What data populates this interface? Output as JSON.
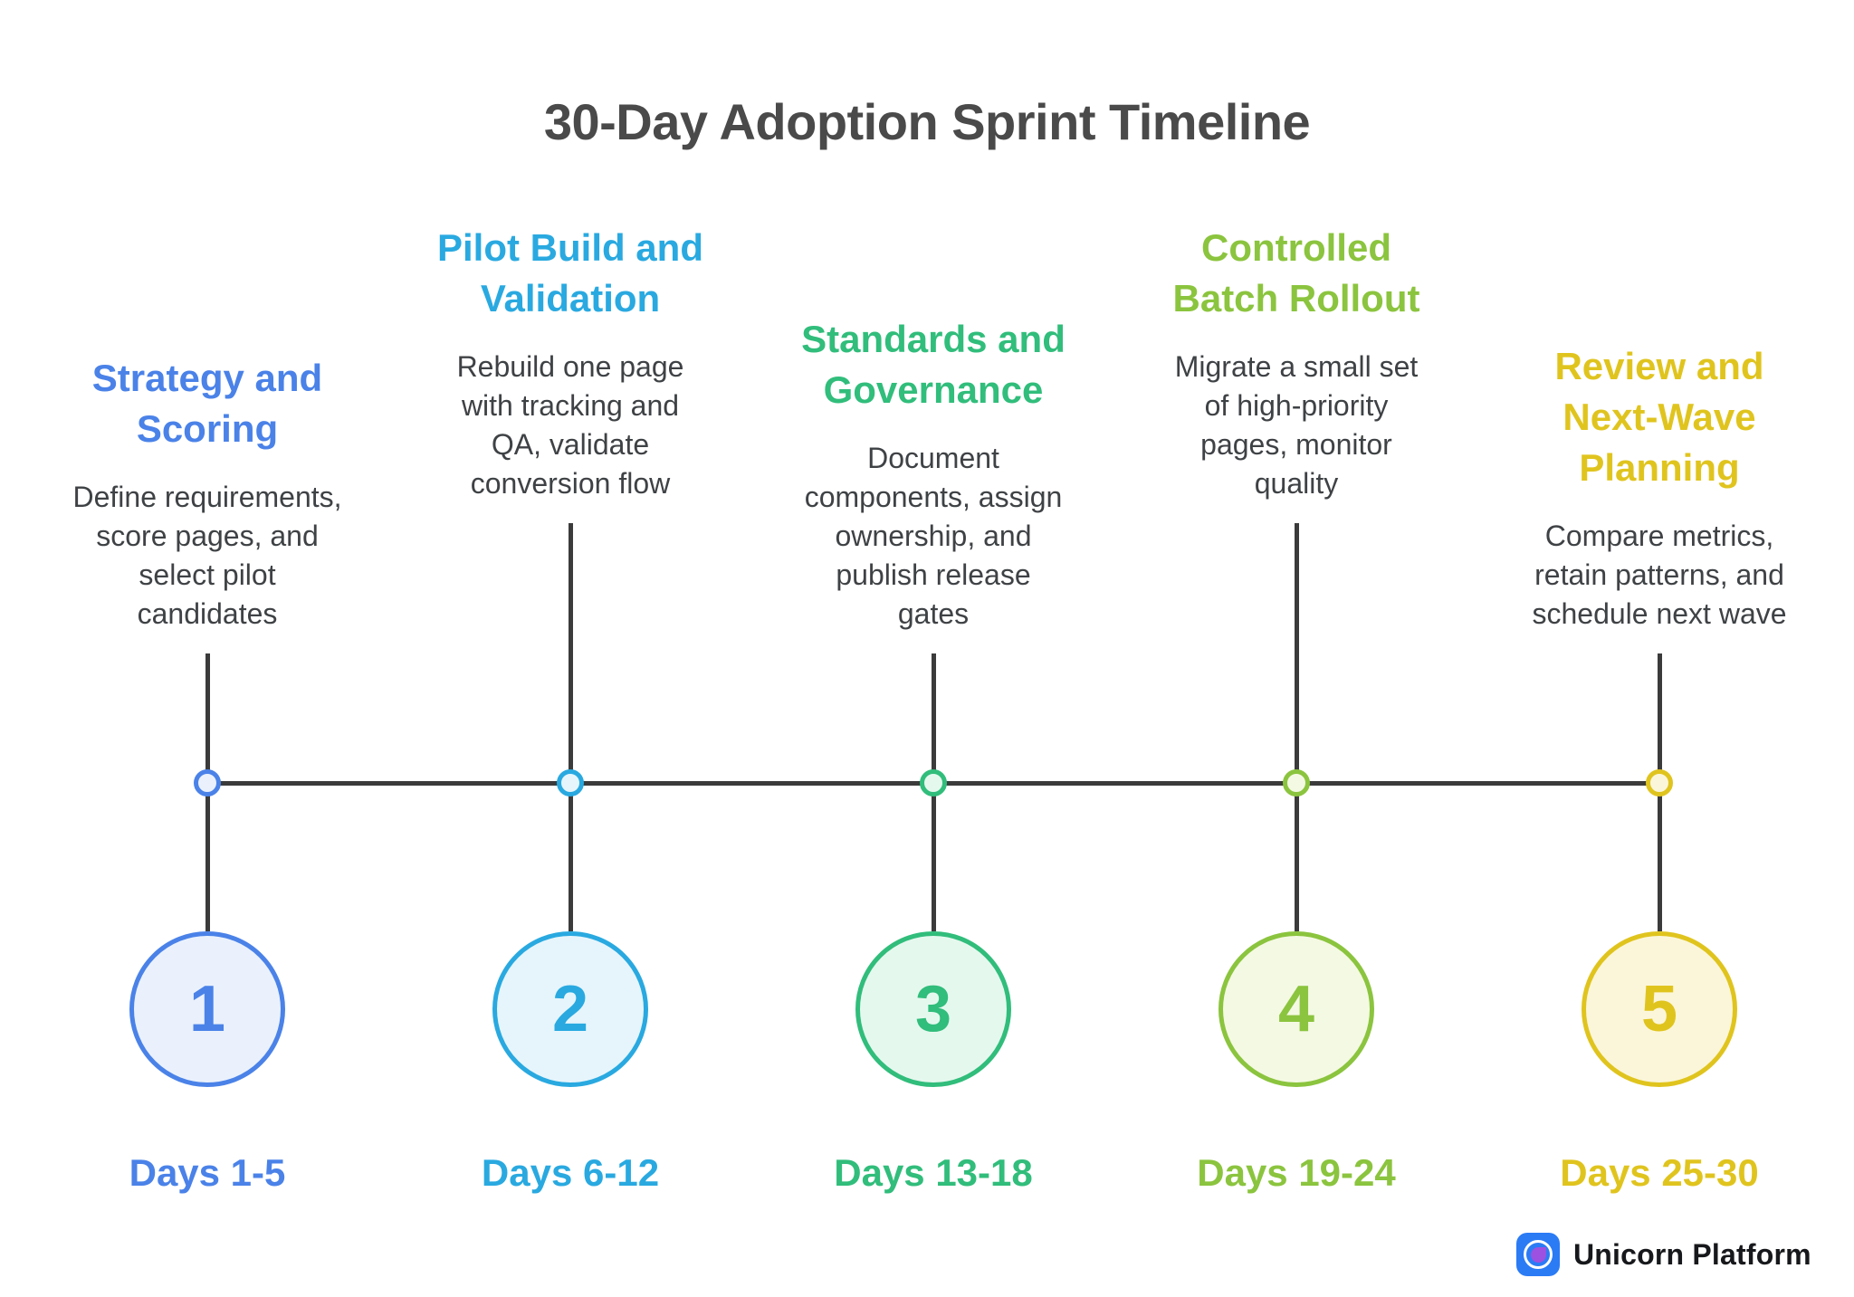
{
  "title": "30-Day Adoption Sprint Timeline",
  "colors": {
    "background": "#FFFFFF",
    "line": "#3B3B3B",
    "title_text": "#4A4A4A",
    "body_text": "#3F4245"
  },
  "milestones": [
    {
      "number": "1",
      "heading": "Strategy and\nScoring",
      "description": "Define requirements,\nscore pages, and\nselect pilot\ncandidates",
      "days": "Days 1-5",
      "color": "#4A82E8",
      "fill": "#EAF1FC"
    },
    {
      "number": "2",
      "heading": "Pilot Build and\nValidation",
      "description": "Rebuild one page\nwith tracking and\nQA, validate\nconversion flow",
      "days": "Days 6-12",
      "color": "#29A9E0",
      "fill": "#E6F5FB"
    },
    {
      "number": "3",
      "heading": "Standards and\nGovernance",
      "description": "Document\ncomponents, assign\nownership, and\npublish release\ngates",
      "days": "Days 13-18",
      "color": "#31BD7B",
      "fill": "#E5F8EE"
    },
    {
      "number": "4",
      "heading": "Controlled\nBatch Rollout",
      "description": "Migrate a small set\nof high-priority\npages, monitor\nquality",
      "days": "Days 19-24",
      "color": "#8BC43E",
      "fill": "#F4F9E3"
    },
    {
      "number": "5",
      "heading": "Review and\nNext-Wave\nPlanning",
      "description": "Compare metrics,\nretain patterns, and\nschedule next wave",
      "days": "Days 25-30",
      "color": "#E0C41E",
      "fill": "#FBF6D9"
    }
  ],
  "brand": {
    "name": "Unicorn Platform",
    "icon": "unicorn-drop-icon",
    "icon_bg": "#2B7BF5",
    "icon_drop": "#9C51E0"
  }
}
